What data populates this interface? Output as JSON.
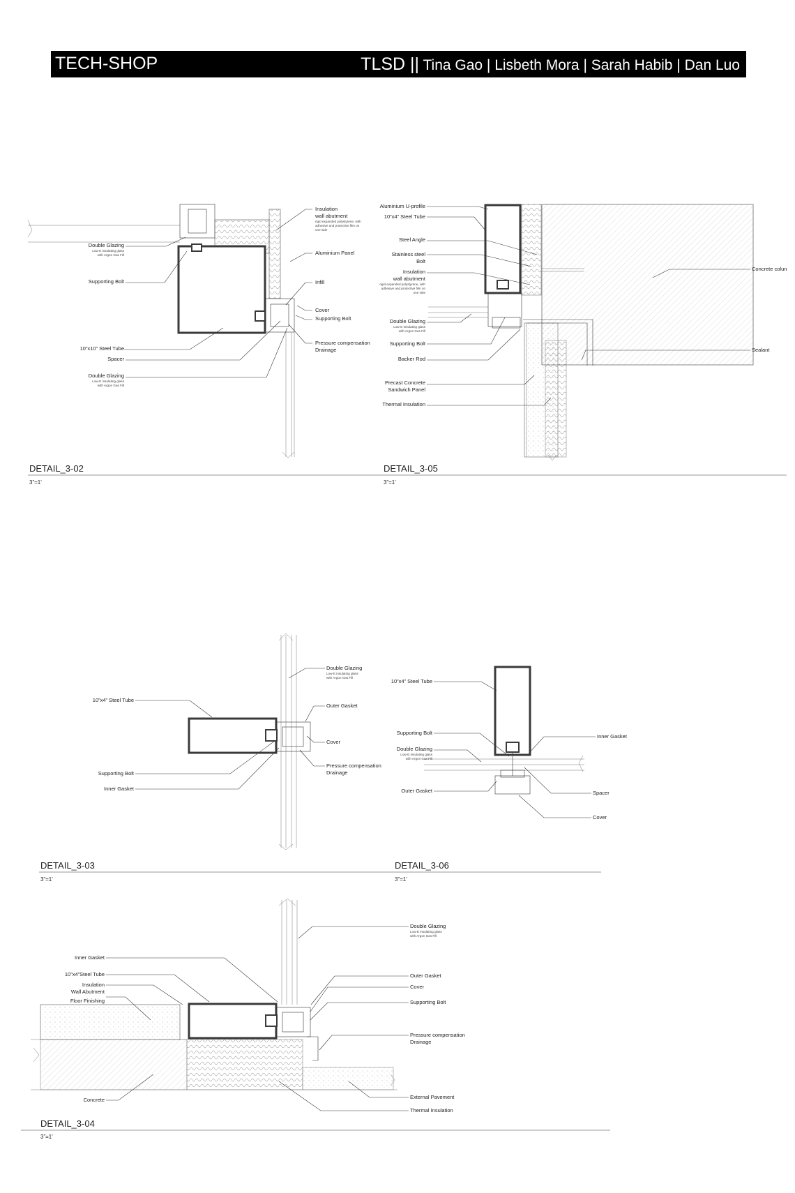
{
  "header": {
    "project_title": "TECH-SHOP",
    "studio": "TLSD ||",
    "team": "Tina Gao | Lisbeth Mora | Sarah Habib | Dan Luo"
  },
  "details": [
    {
      "id": "3-02",
      "title": "DETAIL_3-02",
      "scale": "3”=1'",
      "labels": {
        "insulation": "Insulation",
        "wall_abutment": "wall abutment",
        "insulation_note1": "rigid expanded polystyrene, with",
        "insulation_note2": "adhesive and protective film on",
        "insulation_note3": "one side",
        "aluminium_panel": "Aluminium Panel",
        "infill": "Infill",
        "cover": "Cover",
        "supporting_bolt_right": "Supporting Bolt",
        "pressure_comp": "Pressure compensation",
        "drainage": "Drainage",
        "double_glazing_top": "Double Glazing",
        "dg_note1": "Low-E insulating glass",
        "dg_note2": "with Argon Gas Fill",
        "supporting_bolt_left": "Supporting Bolt",
        "steel_tube": "10”x10” Steel Tube",
        "spacer": "Spacer",
        "double_glazing_bottom": "Double Glazing"
      }
    },
    {
      "id": "3-05",
      "title": "DETAIL_3-05",
      "scale": "3”=1'",
      "labels": {
        "u_profile": "Aluminium U-profile",
        "steel_tube": "10”x4” Steel Tube",
        "steel_angle": "Steel Angle",
        "stainless_bolt1": "Stainless steel",
        "stainless_bolt2": "Bolt",
        "insulation": "Insulation",
        "wall_abutment": "wall abutment",
        "double_glazing": "Double Glazing",
        "supporting_bolt": "Supporting Bolt",
        "backer_rod": "Backer Rod",
        "precast1": "Precast Concrete",
        "precast2": "Sandwich Panel",
        "thermal_insulation": "Thermal Insulation",
        "concrete_column": "Concrete colun",
        "sealant": "Sealant"
      }
    },
    {
      "id": "3-03",
      "title": "DETAIL_3-03",
      "scale": "3”=1'",
      "labels": {
        "double_glazing": "Double Glazing",
        "steel_tube": "10”x4” Steel Tube",
        "outer_gasket": "Outer Gasket",
        "cover": "Cover",
        "supporting_bolt": "Supporting Bolt",
        "inner_gasket": "Inner Gasket",
        "pressure_comp": "Pressure compensation",
        "drainage": "Drainage"
      }
    },
    {
      "id": "3-06",
      "title": "DETAIL_3-06",
      "scale": "3”=1'",
      "labels": {
        "steel_tube": "10”x4” Steel Tube",
        "supporting_bolt": "Supporting Bolt",
        "inner_gasket": "Inner Gasket",
        "double_glazing": "Double Glazing",
        "outer_gasket": "Outer Gasket",
        "spacer": "Spacer",
        "cover": "Cover"
      }
    },
    {
      "id": "3-04",
      "title": "DETAIL_3-04",
      "scale": "3”=1'",
      "labels": {
        "double_glazing": "Double Glazing",
        "inner_gasket": "Inner Gasket",
        "steel_tube": "10”x4”Steel Tube",
        "insulation": "Insulation",
        "wall_abutment": "Wall Abutment",
        "floor_finishing": "Floor Finishing",
        "outer_gasket": "Outer Gasket",
        "cover": "Cover",
        "supporting_bolt": "Supporting Bolt",
        "pressure_comp": "Pressure compensation",
        "drainage": "Drainage",
        "concrete": "Concrete",
        "external_pavement": "External Pavement",
        "thermal_insulation": "Thermal Insulation"
      }
    }
  ]
}
